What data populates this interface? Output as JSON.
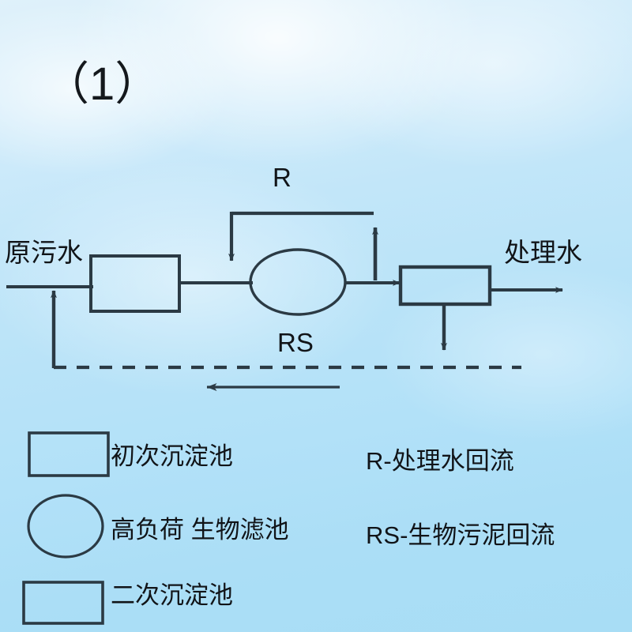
{
  "figure": {
    "title": "（1）",
    "background_color": "#b5e2f8",
    "line_color": "#2b3a44"
  },
  "diagram": {
    "labels": {
      "influent": "原污水",
      "effluent": "处理水",
      "recycle_water": "R",
      "recycle_sludge": "RS"
    },
    "units": [
      {
        "name": "primary-clarifier",
        "shape": "rect"
      },
      {
        "name": "biological-filter",
        "shape": "ellipse"
      },
      {
        "name": "secondary-clarifier",
        "shape": "rect"
      }
    ]
  },
  "legend": {
    "shapes": [
      {
        "shape": "rect",
        "label": "初次沉淀池"
      },
      {
        "shape": "ellipse",
        "label": "高负荷 生物滤池"
      },
      {
        "shape": "rect",
        "label": "二次沉淀池"
      }
    ],
    "notes": [
      {
        "key": "R",
        "label": "R-处理水回流"
      },
      {
        "key": "RS",
        "label": "RS-生物污泥回流"
      }
    ]
  }
}
